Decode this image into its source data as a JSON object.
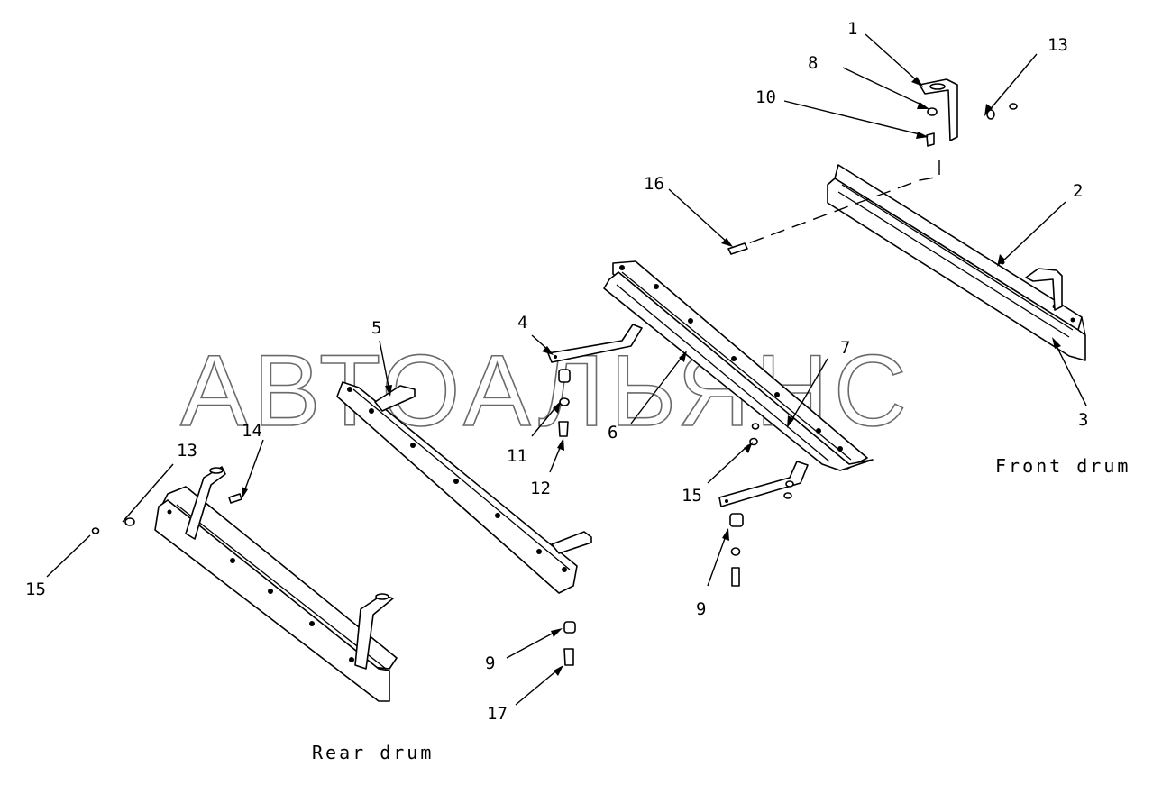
{
  "watermark": "АВТОАЛЬЯНС",
  "captions": {
    "front": "Front drum",
    "rear": "Rear drum"
  },
  "callouts": [
    "1",
    "8",
    "10",
    "13",
    "16",
    "2",
    "3",
    "4",
    "5",
    "6",
    "7",
    "11",
    "12",
    "15",
    "9",
    "14",
    "13",
    "15",
    "9",
    "17"
  ]
}
